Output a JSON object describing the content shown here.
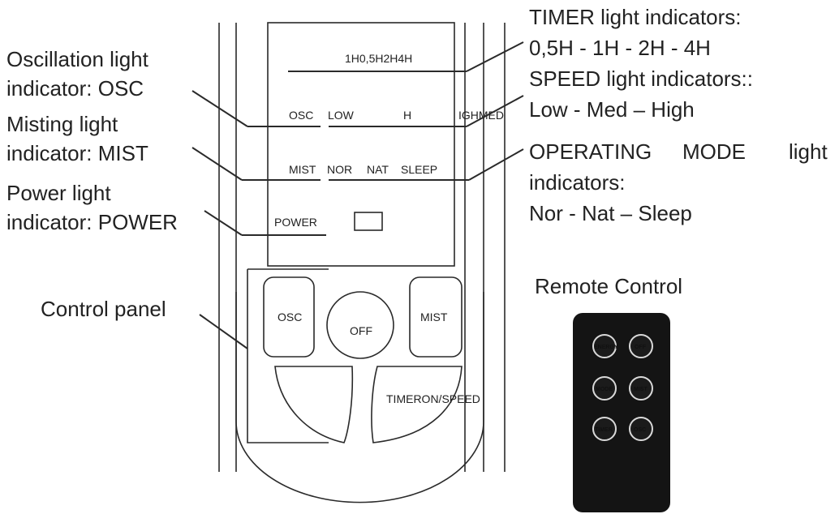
{
  "callouts": {
    "timer_line1": "TIMER light indicators:",
    "timer_line2": "0,5H - 1H - 2H - 4H",
    "speed_line1": "SPEED light indicators::",
    "speed_line2": "Low - Med – High",
    "mode_line1_a": "OPERATING",
    "mode_line1_b": "MODE",
    "mode_line1_c": "light",
    "mode_line2": "indicators:",
    "mode_line3": "Nor - Nat – Sleep",
    "osc_line1": "Oscillation light",
    "osc_line2": "indicator: OSC",
    "mist_line1": "Misting light",
    "mist_line2": "indicator: MIST",
    "power_line1": "Power light",
    "power_line2": "indicator: POWER",
    "control_panel": "Control panel",
    "remote_title": "Remote Control"
  },
  "display_panel": {
    "timer_labels": "1H0,5H2H4H",
    "osc": "OSC",
    "low": "LOW",
    "h": "H",
    "ighmed": "IGHMED",
    "mist": "MIST",
    "nor": "NOR",
    "nat": "NAT",
    "sleep": "SLEEP",
    "power": "POWER"
  },
  "control_buttons": {
    "osc": "OSC",
    "off": "OFF",
    "mist": "MIST",
    "timer_on_speed": "TIMERON/SPEED"
  },
  "remote_buttons": {
    "energy": "ENERGY",
    "off": "OFF",
    "mode": "MODE",
    "mist": "MIST",
    "timer": "TIMER",
    "osc": "OSC"
  }
}
